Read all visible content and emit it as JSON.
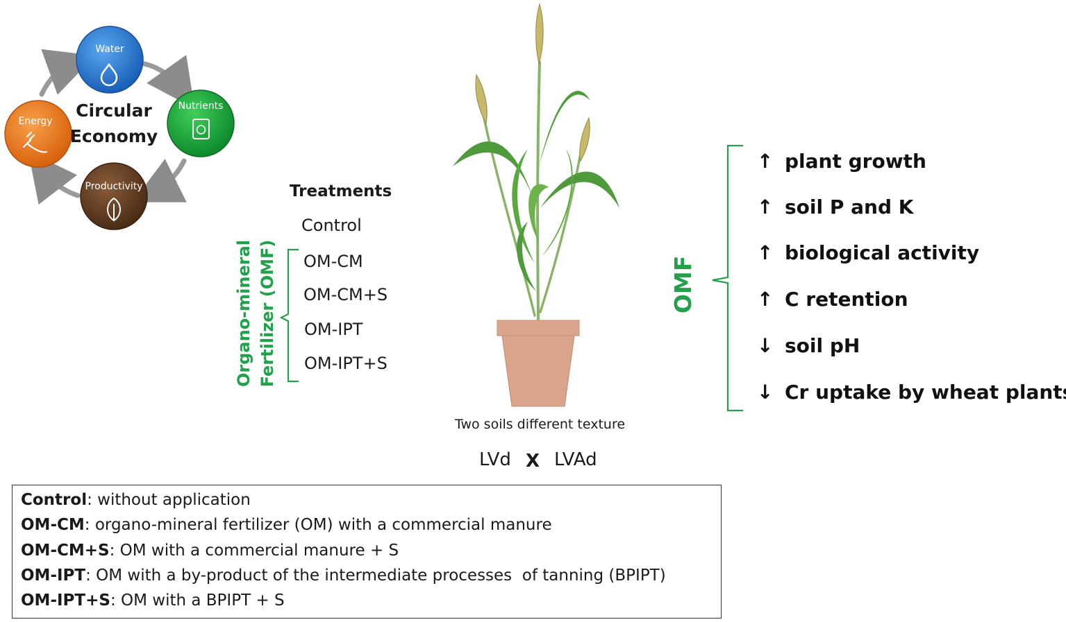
{
  "circular_economy": {
    "title_line1": "Circular",
    "title_line2": "Economy",
    "nodes": [
      {
        "label": "Water",
        "color": "#1f74d4"
      },
      {
        "label": "Nutrients",
        "color": "#17a23a"
      },
      {
        "label": "Productivity",
        "color": "#5a3a22"
      },
      {
        "label": "Energy",
        "color": "#ec7a1e"
      }
    ]
  },
  "treatments": {
    "heading": "Treatments",
    "control": "Control",
    "group_label_line1": "Organo-mineral",
    "group_label_line2": "Fertilizer (OMF)",
    "items": [
      "OM-CM",
      "OM-CM+S",
      "OM-IPT",
      "OM-IPT+S"
    ]
  },
  "soils": {
    "caption": "Two soils different texture",
    "soil_a": "LVd",
    "cross": "X",
    "soil_b": "LVAd"
  },
  "effects": {
    "group_label": "OMF",
    "items": [
      {
        "arrow": "↑",
        "text": "plant growth"
      },
      {
        "arrow": "↑",
        "text": "soil P and K"
      },
      {
        "arrow": "↑",
        "text": "biological activity"
      },
      {
        "arrow": "↑",
        "text": "C retention"
      },
      {
        "arrow": "↓",
        "text": "soil pH"
      },
      {
        "arrow": "↓",
        "text": "Cr uptake by wheat plants"
      }
    ]
  },
  "legend": [
    {
      "term": "Control",
      "definition": ": without application"
    },
    {
      "term": "OM-CM",
      "definition": ": organo-mineral fertilizer (OM) with a commercial manure"
    },
    {
      "term": "OM-CM+S",
      "definition": ": OM with a commercial manure + S"
    },
    {
      "term": "OM-IPT",
      "definition": ": OM with a by-product of the intermediate processes  of tanning (BPIPT)"
    },
    {
      "term": "OM-IPT+S",
      "definition": ": OM with a BPIPT + S"
    }
  ],
  "colors": {
    "accent_green": "#22a04b",
    "pot": "#dba58c",
    "plant": "#4f9a3a"
  }
}
